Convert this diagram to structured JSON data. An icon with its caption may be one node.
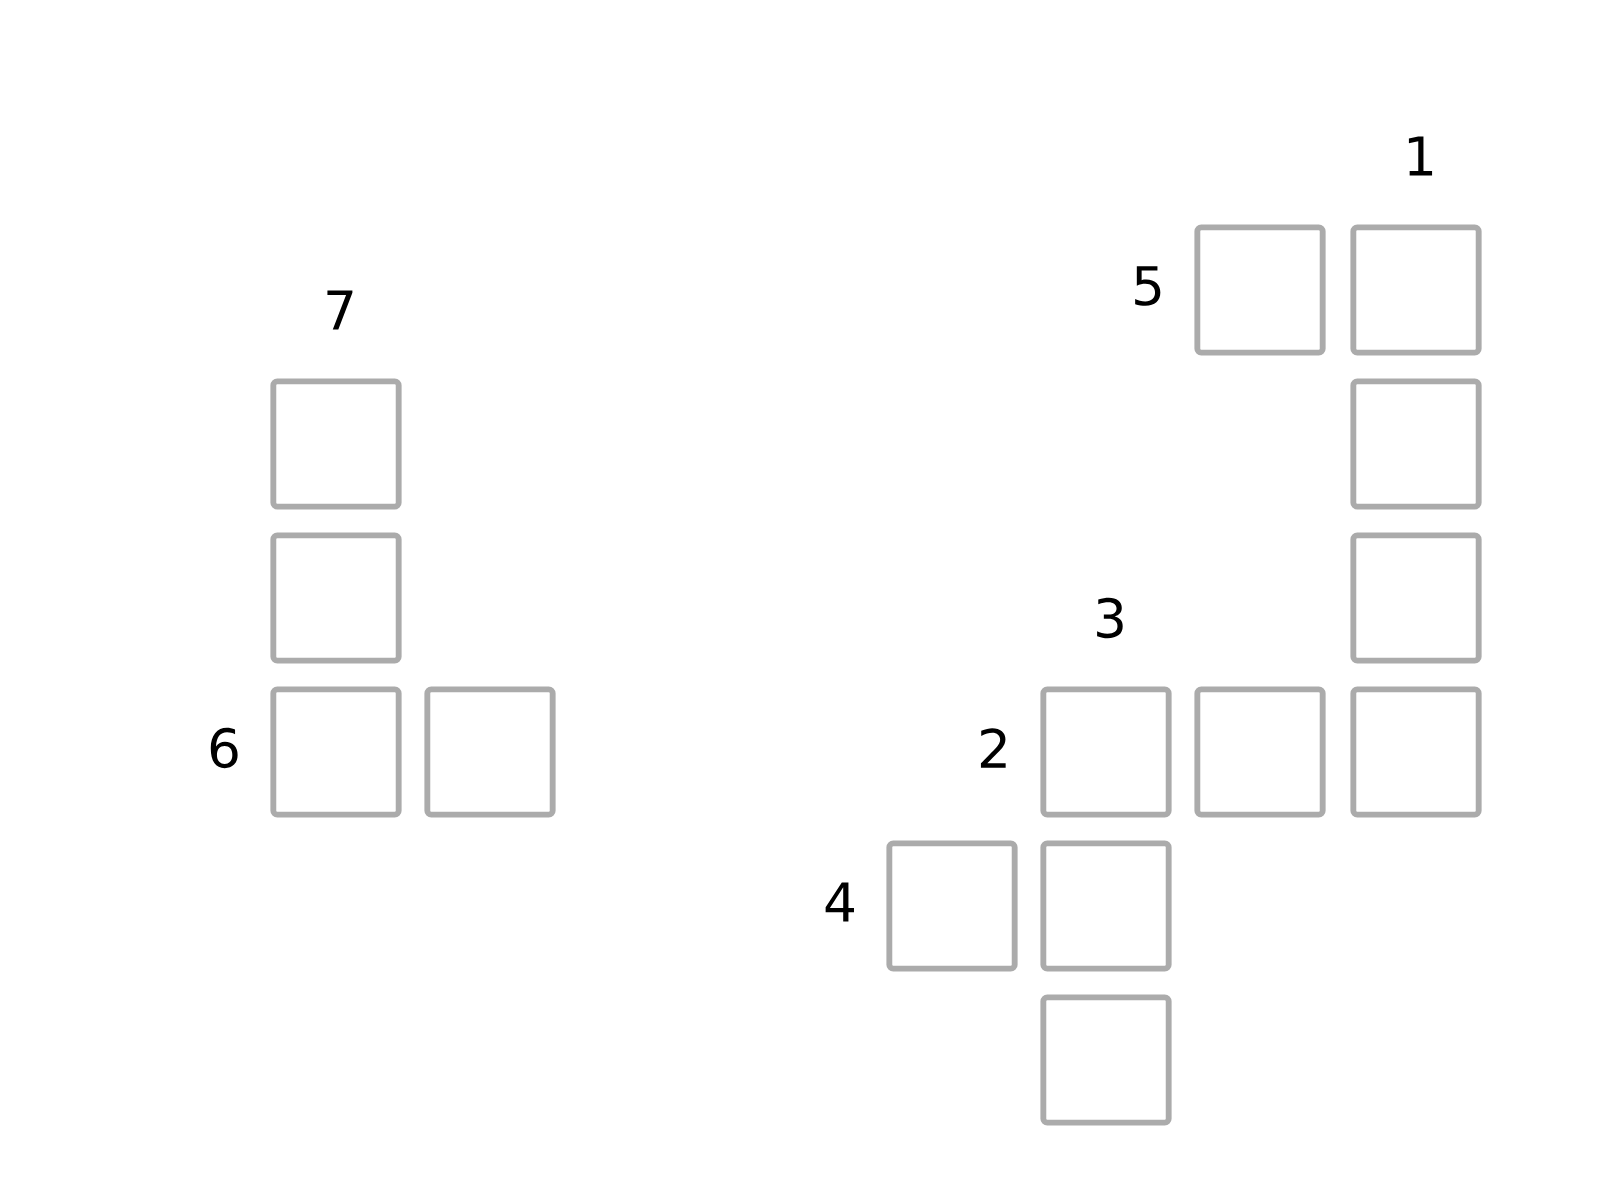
{
  "diagram": {
    "nodes": [
      {
        "text": [],
        "shape": "box",
        "beside": [
          "5"
        ]
      },
      {
        "text": [],
        "shape": "box",
        "beside": [
          "1"
        ]
      },
      {
        "text": [],
        "shape": "box",
        "beside": [
          "7"
        ]
      },
      {
        "text": [],
        "shape": "box"
      },
      {
        "text": [],
        "shape": "box"
      },
      {
        "text": [],
        "shape": "box"
      },
      {
        "text": [],
        "shape": "box",
        "beside": [
          "6"
        ]
      },
      {
        "text": [],
        "shape": "box"
      },
      {
        "text": [],
        "shape": "box",
        "beside": [
          "3",
          "2"
        ]
      },
      {
        "text": [],
        "shape": "box"
      },
      {
        "text": [],
        "shape": "box"
      },
      {
        "text": [],
        "shape": "box",
        "beside": [
          "4"
        ]
      },
      {
        "text": [],
        "shape": "box"
      },
      {
        "text": [],
        "shape": "box"
      }
    ]
  }
}
